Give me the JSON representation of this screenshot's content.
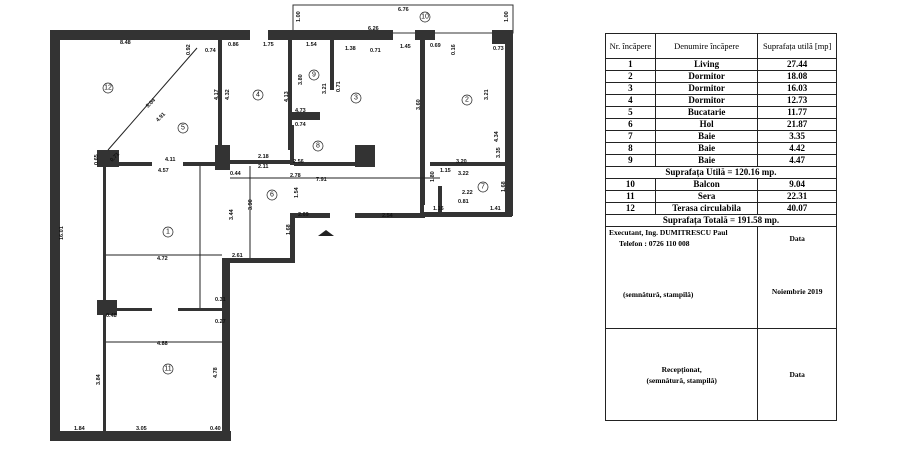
{
  "plan": {
    "rooms": [
      "1",
      "2",
      "3",
      "4",
      "5",
      "6",
      "7",
      "8",
      "9",
      "10",
      "11",
      "12"
    ],
    "dims": [
      "8.48",
      "0.92",
      "0.74",
      "0.86",
      "1.75",
      "1.54",
      "6.26",
      "1.38",
      "0.71",
      "1.45",
      "0.69",
      "0.16",
      "0.73",
      "6.76",
      "1.00",
      "1.00",
      "5.04",
      "4.91",
      "4.17",
      "4.32",
      "4.13",
      "3.80",
      "4.73",
      "0.74",
      "0.71",
      "3.21",
      "3.60",
      "3.21",
      "4.34",
      "3.35",
      "0.71",
      "4.11",
      "4.57",
      "0.65",
      "2.18",
      "2.11",
      "0.44",
      "2.56",
      "2.78",
      "7.91",
      "1.80",
      "1.15",
      "3.20",
      "3.22",
      "2.22",
      "1.41",
      "0.81",
      "1.16",
      "1.68",
      "1.54",
      "2.69",
      "2.54",
      "3.44",
      "3.90",
      "2.61",
      "4.72",
      "4.88",
      "0.31",
      "0.27",
      "0.48",
      "4.78",
      "3.84",
      "1.84",
      "3.05",
      "0.40",
      "16.01",
      "1.68"
    ]
  },
  "table": {
    "headers": {
      "nr": "Nr. încăpere",
      "name": "Denumire încăpere",
      "area": "Suprafața utilă [mp]"
    },
    "rooms": [
      {
        "nr": "1",
        "name": "Living",
        "area": "27.44"
      },
      {
        "nr": "2",
        "name": "Dormitor",
        "area": "18.08"
      },
      {
        "nr": "3",
        "name": "Dormitor",
        "area": "16.03"
      },
      {
        "nr": "4",
        "name": "Dormitor",
        "area": "12.73"
      },
      {
        "nr": "5",
        "name": "Bucatarie",
        "area": "11.77"
      },
      {
        "nr": "6",
        "name": "Hol",
        "area": "21.87"
      },
      {
        "nr": "7",
        "name": "Baie",
        "area": "3.35"
      },
      {
        "nr": "8",
        "name": "Baie",
        "area": "4.42"
      },
      {
        "nr": "9",
        "name": "Baie",
        "area": "4.47"
      }
    ],
    "useful_total": "Suprafața Utilă =  120.16 mp.",
    "extra": [
      {
        "nr": "10",
        "name": "Balcon",
        "area": "9.04"
      },
      {
        "nr": "11",
        "name": "Sera",
        "area": "22.31"
      },
      {
        "nr": "12",
        "name": "Terasa circulabila",
        "area": "40.07"
      }
    ],
    "grand_total": "Suprafața Totală = 191.58 mp.",
    "executant": "Executant,  Ing. DUMITRESCU Paul",
    "phone": "Telefon : 0726 110 008",
    "signature": "(semnătură, stampilă)",
    "date_label": "Data",
    "date_value": "Noiembrie 2019",
    "receptionat": "Recepționat,",
    "signature2": "(semnătură, stampilă)",
    "date_label2": "Data"
  }
}
